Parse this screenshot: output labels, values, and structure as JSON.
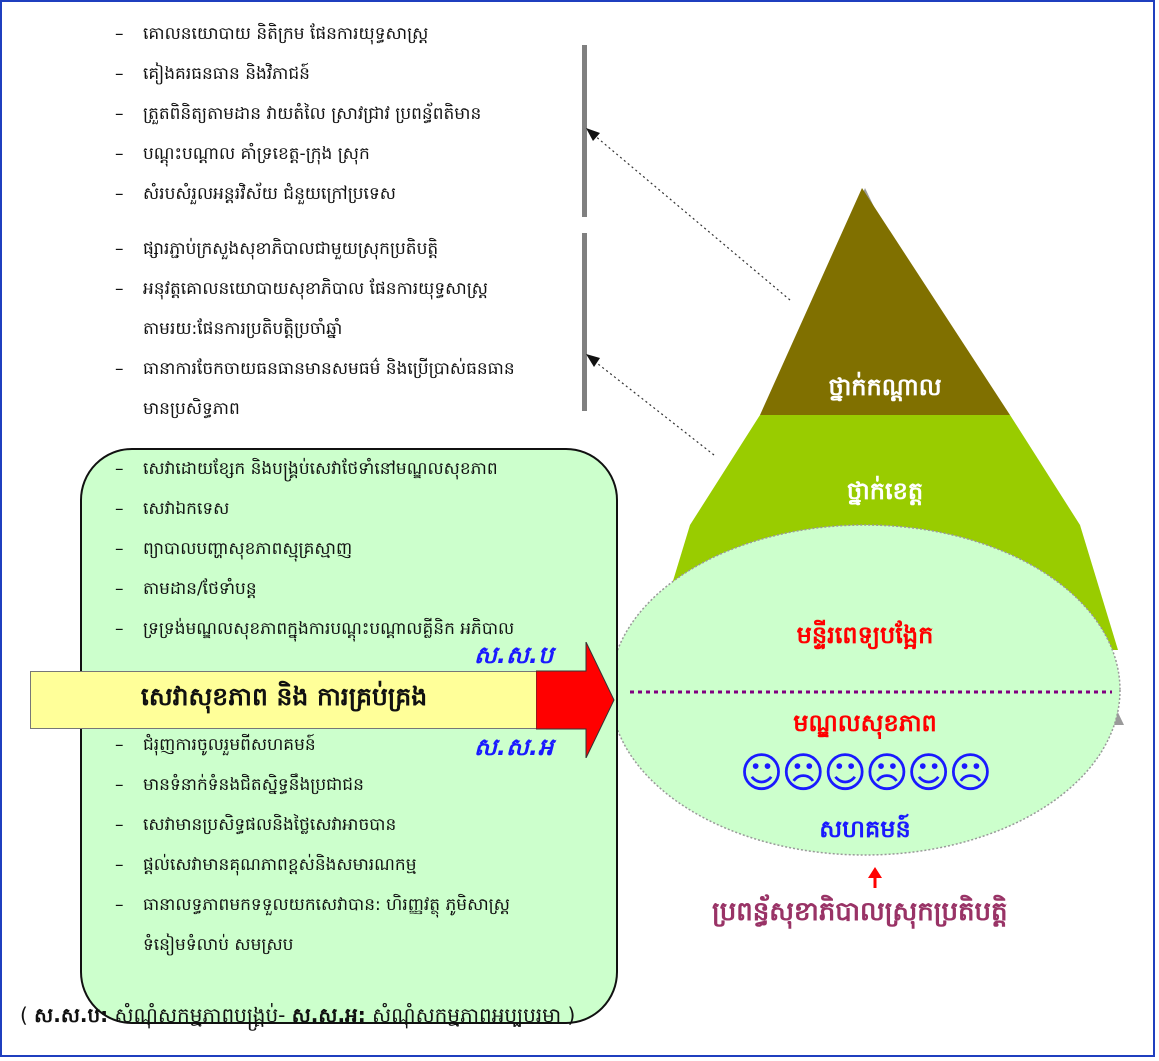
{
  "central_items": [
    "គោលនយោបាយ និតិក្រម ផែនការយុទ្ធសាស្ត្រ",
    "គៀងគរធនធាន និងវិភាជន៍",
    "ត្រួតពិនិត្យតាមដាន វាយតំលៃ ស្រាវជ្រាវ ប្រពន្ធ័ពតិមាន",
    "បណ្ដុះបណ្ដាល គាំទ្រខេត្ត-ក្រុង ស្រុក",
    "សំរបសំរួលអន្ដរវិស័យ  ជំនួយក្រៅប្រទេស"
  ],
  "provincial_items": [
    "ផ្សារភ្ជាប់ក្រសួងសុខាភិបាលជាមួយស្រុកប្រតិបត្តិ",
    "អនុវត្តគោលនយោបាយសុខាភិបាល ផែនការយុទ្ធសាស្ត្រ",
    "តាមរយ:ផែនការប្រតិបត្តិប្រចាំឆ្នាំ",
    "ធានាការចែកចាយធនធានមានសមធម៌ និងប្រើប្រាស់ធនធាន",
    "មានប្រសិទ្ធភាព"
  ],
  "district_items_top": [
    "សេវាដោយខ្សែក និងបង្គ្រប់សេវាថែទាំនៅមណ្ឌលសុខភាព",
    "សេវាឯកទេស",
    "ព្យាបាលបញ្ហាសុខភាពស្មុគ្រស្មាញ",
    "តាមដាន/ថែទាំបន្ត",
    "ទ្រទ្រង់មណ្ឌលសុខភាពក្នុងការបណ្ដុះបណ្ដាលគ្លីនិក អភិបាល"
  ],
  "district_items_bottom": [
    "ជំរុញការចូលរួមពីសហគមន៍",
    "មានទំនាក់ទំនងជិតស្និទ្ធនឹងប្រជាជន",
    "សេវាមានប្រសិទ្ធផលនិងថ្លៃសេវាអាចបាន",
    "ផ្ដល់សេវាមានគុណភាពខ្ពស់និងសមារណកម្ម",
    "ធានាលទ្ធភាពមកទទួលយកសេវាបាន: ហិរញ្ញវត្ថុ ភូមិសាស្ត្រ",
    "ទំនៀមទំលាប់ សមស្រប"
  ],
  "banner": {
    "label": "សេវាសុខភាព និង ការគ្រប់គ្រង",
    "abbr_top": "ស.ស.ប",
    "abbr_bottom": "ស.ស.អ"
  },
  "pyramid": {
    "top_tier": "ថ្នាក់កណ្ដាល",
    "middle_tier": "ថ្នាក់ខេត្ត",
    "hospital": "មន្ទីរពេទ្យបង្អែក",
    "health_center": "មណ្ឌលសុខភាព",
    "faces": "☺☹☺☹☺☹",
    "community": "សហគមន៍"
  },
  "district_label": "ប្រពន្ធ័សុខាភិបាលស្រុកប្រតិបត្តិ",
  "footnote": {
    "open": "( ",
    "abbr1": "ស.ស.ប:",
    "def1": " សំណុំសកម្មភាពបង្គ្រប់- ",
    "abbr2": "ស.ស.អ:",
    "def2": " សំណុំសកម្មភាពអប្បបរមា )"
  },
  "colors": {
    "top_tier": "#807000",
    "middle_tier": "#99cc00",
    "base": "#99cc00",
    "oval": "#ccffcc",
    "hospital_text": "#ff0000",
    "blue_text": "#1a1aff",
    "district_text": "#993366",
    "banner": "#ffff99",
    "arrow": "#ff0000"
  }
}
